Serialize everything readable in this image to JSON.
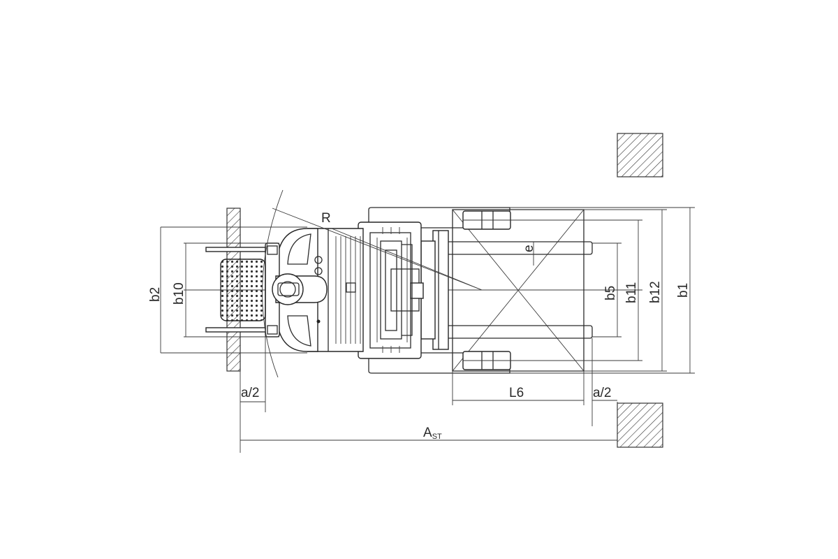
{
  "drawing": {
    "labels": {
      "R": "R",
      "e": "e",
      "b2": "b2",
      "b10": "b10",
      "b5": "b5",
      "b11": "b11",
      "b12": "b12",
      "b1": "b1",
      "a_half_left": "a/2",
      "a_half_right": "a/2",
      "L6": "L6",
      "Ast_main": "A",
      "Ast_sub": "ST"
    },
    "colors": {
      "line": "#2b2b2b",
      "background": "#ffffff"
    }
  }
}
